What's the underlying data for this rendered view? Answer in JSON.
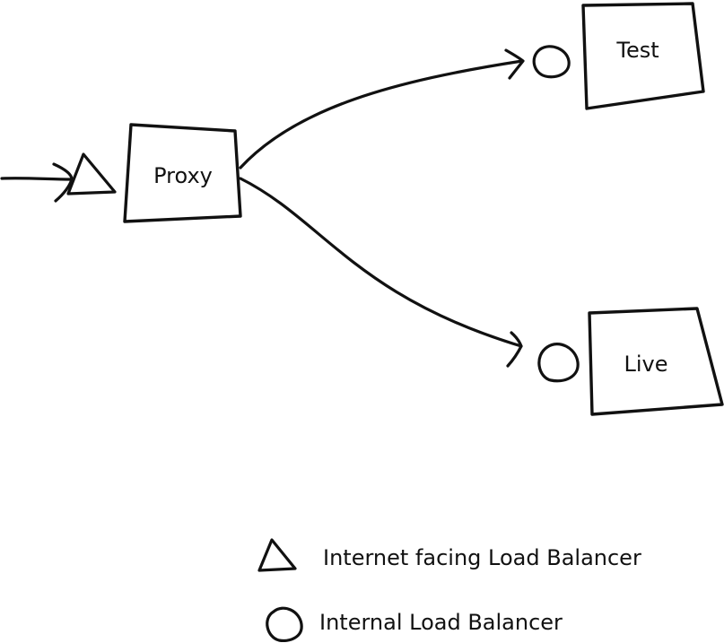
{
  "nodes": {
    "proxy": {
      "label": "Proxy"
    },
    "test": {
      "label": "Test"
    },
    "live": {
      "label": "Live"
    }
  },
  "legend": {
    "items": [
      {
        "shape": "triangle",
        "label": "Internet facing Load Balancer"
      },
      {
        "shape": "circle",
        "label": "Internal Load Balancer"
      }
    ]
  },
  "colors": {
    "ink": "#111111",
    "background": "#ffffff"
  }
}
